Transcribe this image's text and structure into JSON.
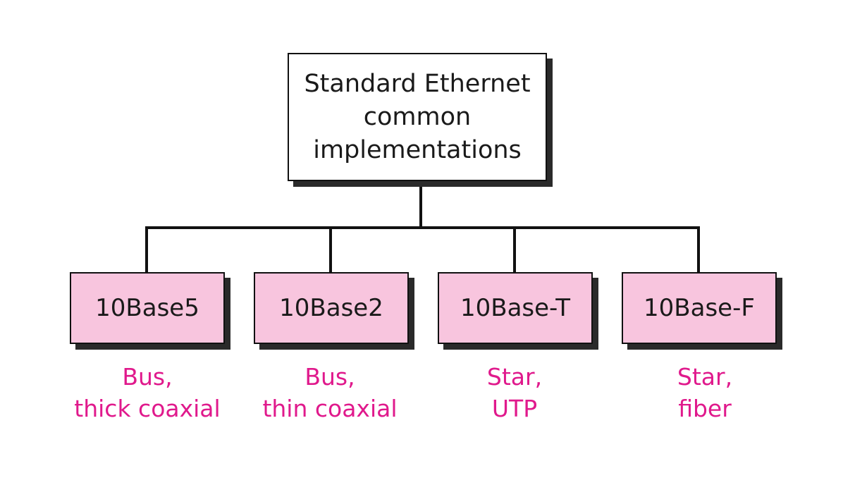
{
  "root": {
    "lines": [
      "Standard Ethernet",
      "common",
      "implementations"
    ]
  },
  "implementations": [
    {
      "name": "10Base5",
      "desc": [
        "Bus,",
        "thick coaxial"
      ]
    },
    {
      "name": "10Base2",
      "desc": [
        "Bus,",
        "thin coaxial"
      ]
    },
    {
      "name": "10Base-T",
      "desc": [
        "Star,",
        "UTP"
      ]
    },
    {
      "name": "10Base-F",
      "desc": [
        "Star,",
        "fiber"
      ]
    }
  ],
  "colors": {
    "box_fill": "#f8c5de",
    "desc_text": "#e0198c",
    "line": "#111111"
  }
}
